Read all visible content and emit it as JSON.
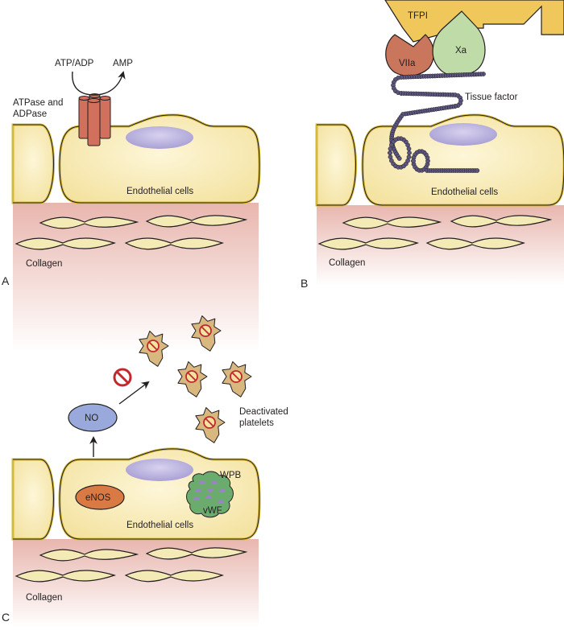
{
  "colors": {
    "cell_fill": "#f6e7a9",
    "cell_border": "#d4b93a",
    "nucleus": "#b9b0dc",
    "tissue_top": "#e8b6ae",
    "channel": "#d1705d",
    "tfpi": "#f0c75a",
    "viia": "#c9765d",
    "xa": "#bfdca8",
    "tf_bead": "#5c557f",
    "no_fill": "#9aa9dc",
    "enos_fill": "#d97a45",
    "wpb_fill": "#6cab6e",
    "vwf_dot": "#9a83c6",
    "platelet_fill": "#d9b880",
    "inhibit_red": "#c2282e"
  },
  "panels": [
    {
      "letter": "A",
      "labels": {
        "enzyme": [
          "ATPase and",
          "ADPase"
        ],
        "substrate": "ATP/ADP",
        "product": "AMP",
        "cells": "Endothelial cells",
        "collagen": "Collagen"
      }
    },
    {
      "letter": "B",
      "labels": {
        "inhibitor": "TFPI",
        "factor_viia": "VIIa",
        "factor_xa": "Xa",
        "tissue_factor": "Tissue factor",
        "cells": "Endothelial cells",
        "collagen": "Collagen"
      }
    },
    {
      "letter": "C",
      "labels": {
        "no": "NO",
        "enos": "eNOS",
        "wpb": "WPB",
        "vwf": "vWF",
        "platelets": [
          "Deactivated",
          "platelets"
        ],
        "cells": "Endothelial cells",
        "collagen": "Collagen"
      }
    }
  ]
}
